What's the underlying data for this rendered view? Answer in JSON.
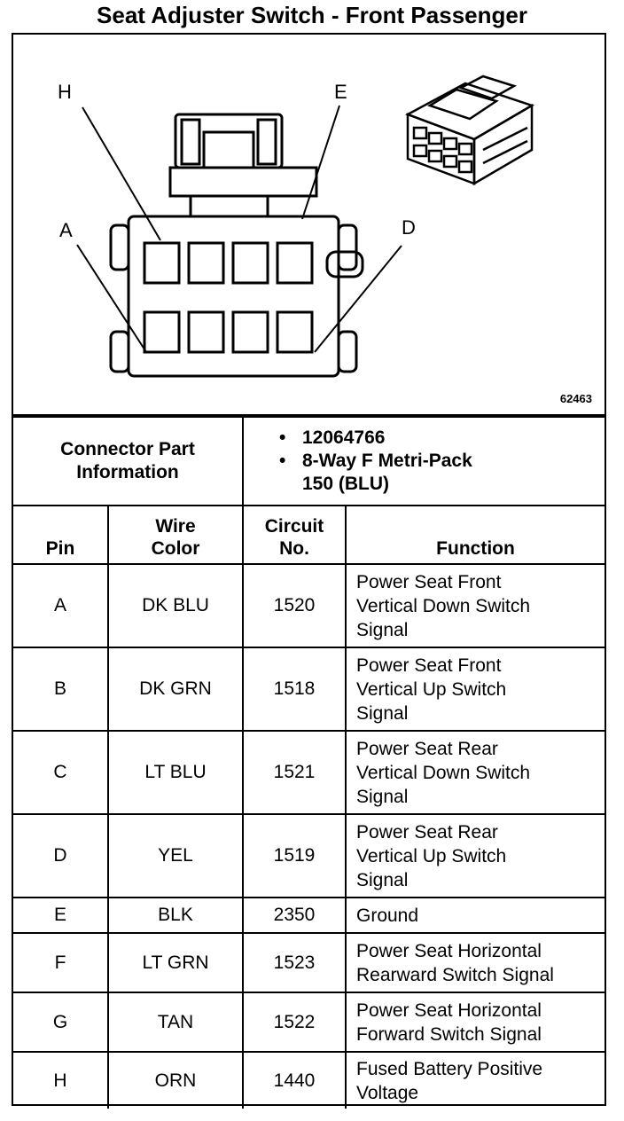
{
  "title": "Seat Adjuster Switch - Front Passenger",
  "diagram": {
    "labels": {
      "h": "H",
      "e": "E",
      "a": "A",
      "d": "D"
    },
    "figure_number": "62463"
  },
  "connector": {
    "label_line1": "Connector Part",
    "label_line2": "Information",
    "part_number": "12064766",
    "desc_line1": "8-Way F Metri-Pack",
    "desc_line2": "150 (BLU)"
  },
  "headers": {
    "pin": "Pin",
    "wire_color_1": "Wire",
    "wire_color_2": "Color",
    "circuit_1": "Circuit",
    "circuit_2": "No.",
    "function": "Function"
  },
  "rows": [
    {
      "pin": "A",
      "color": "DK BLU",
      "circuit": "1520",
      "function": [
        "Power Seat Front",
        "Vertical Down Switch",
        "Signal"
      ]
    },
    {
      "pin": "B",
      "color": "DK GRN",
      "circuit": "1518",
      "function": [
        "Power Seat Front",
        "Vertical Up Switch",
        "Signal"
      ]
    },
    {
      "pin": "C",
      "color": "LT BLU",
      "circuit": "1521",
      "function": [
        "Power Seat Rear",
        "Vertical Down Switch",
        "Signal"
      ]
    },
    {
      "pin": "D",
      "color": "YEL",
      "circuit": "1519",
      "function": [
        "Power Seat Rear",
        "Vertical Up Switch",
        "Signal"
      ]
    },
    {
      "pin": "E",
      "color": "BLK",
      "circuit": "2350",
      "function": [
        "Ground"
      ]
    },
    {
      "pin": "F",
      "color": "LT GRN",
      "circuit": "1523",
      "function": [
        "Power Seat Horizontal",
        "Rearward Switch Signal"
      ]
    },
    {
      "pin": "G",
      "color": "TAN",
      "circuit": "1522",
      "function": [
        "Power Seat Horizontal",
        "Forward Switch Signal"
      ]
    },
    {
      "pin": "H",
      "color": "ORN",
      "circuit": "1440",
      "function": [
        "Fused Battery Positive",
        "Voltage"
      ]
    }
  ]
}
